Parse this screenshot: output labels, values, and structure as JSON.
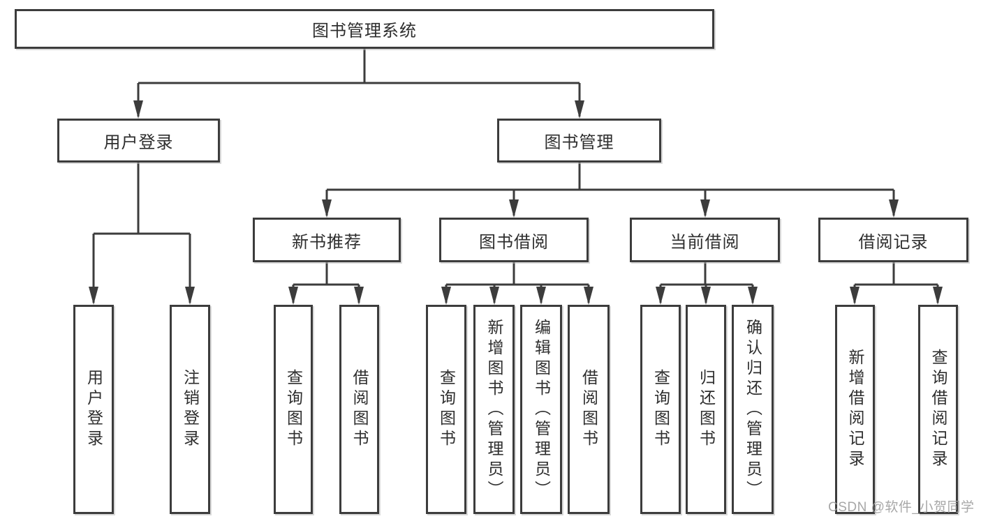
{
  "colors": {
    "line": "#3c3c3c",
    "text": "#2e2e2e",
    "box_background": "#ffffff",
    "watermark": "#a0a0a0"
  },
  "watermark": {
    "text": "CSDN @软件_小贺同学"
  },
  "diagram": {
    "root": {
      "label": "图书管理系统",
      "children": [
        {
          "label": "用户登录",
          "children": [
            {
              "label": "用户登录"
            },
            {
              "label": "注销登录"
            }
          ]
        },
        {
          "label": "图书管理",
          "children": [
            {
              "label": "新书推荐",
              "children": [
                {
                  "label": "查询图书"
                },
                {
                  "label": "借阅图书"
                }
              ]
            },
            {
              "label": "图书借阅",
              "children": [
                {
                  "label": "查询图书"
                },
                {
                  "label": "新增图书（管理员）"
                },
                {
                  "label": "编辑图书（管理员）"
                },
                {
                  "label": "借阅图书"
                }
              ]
            },
            {
              "label": "当前借阅",
              "children": [
                {
                  "label": "查询图书"
                },
                {
                  "label": "归还图书"
                },
                {
                  "label": "确认归还（管理员）"
                }
              ]
            },
            {
              "label": "借阅记录",
              "children": [
                {
                  "label": "新增借阅记录"
                },
                {
                  "label": "查询借阅记录"
                }
              ]
            }
          ]
        }
      ]
    }
  }
}
